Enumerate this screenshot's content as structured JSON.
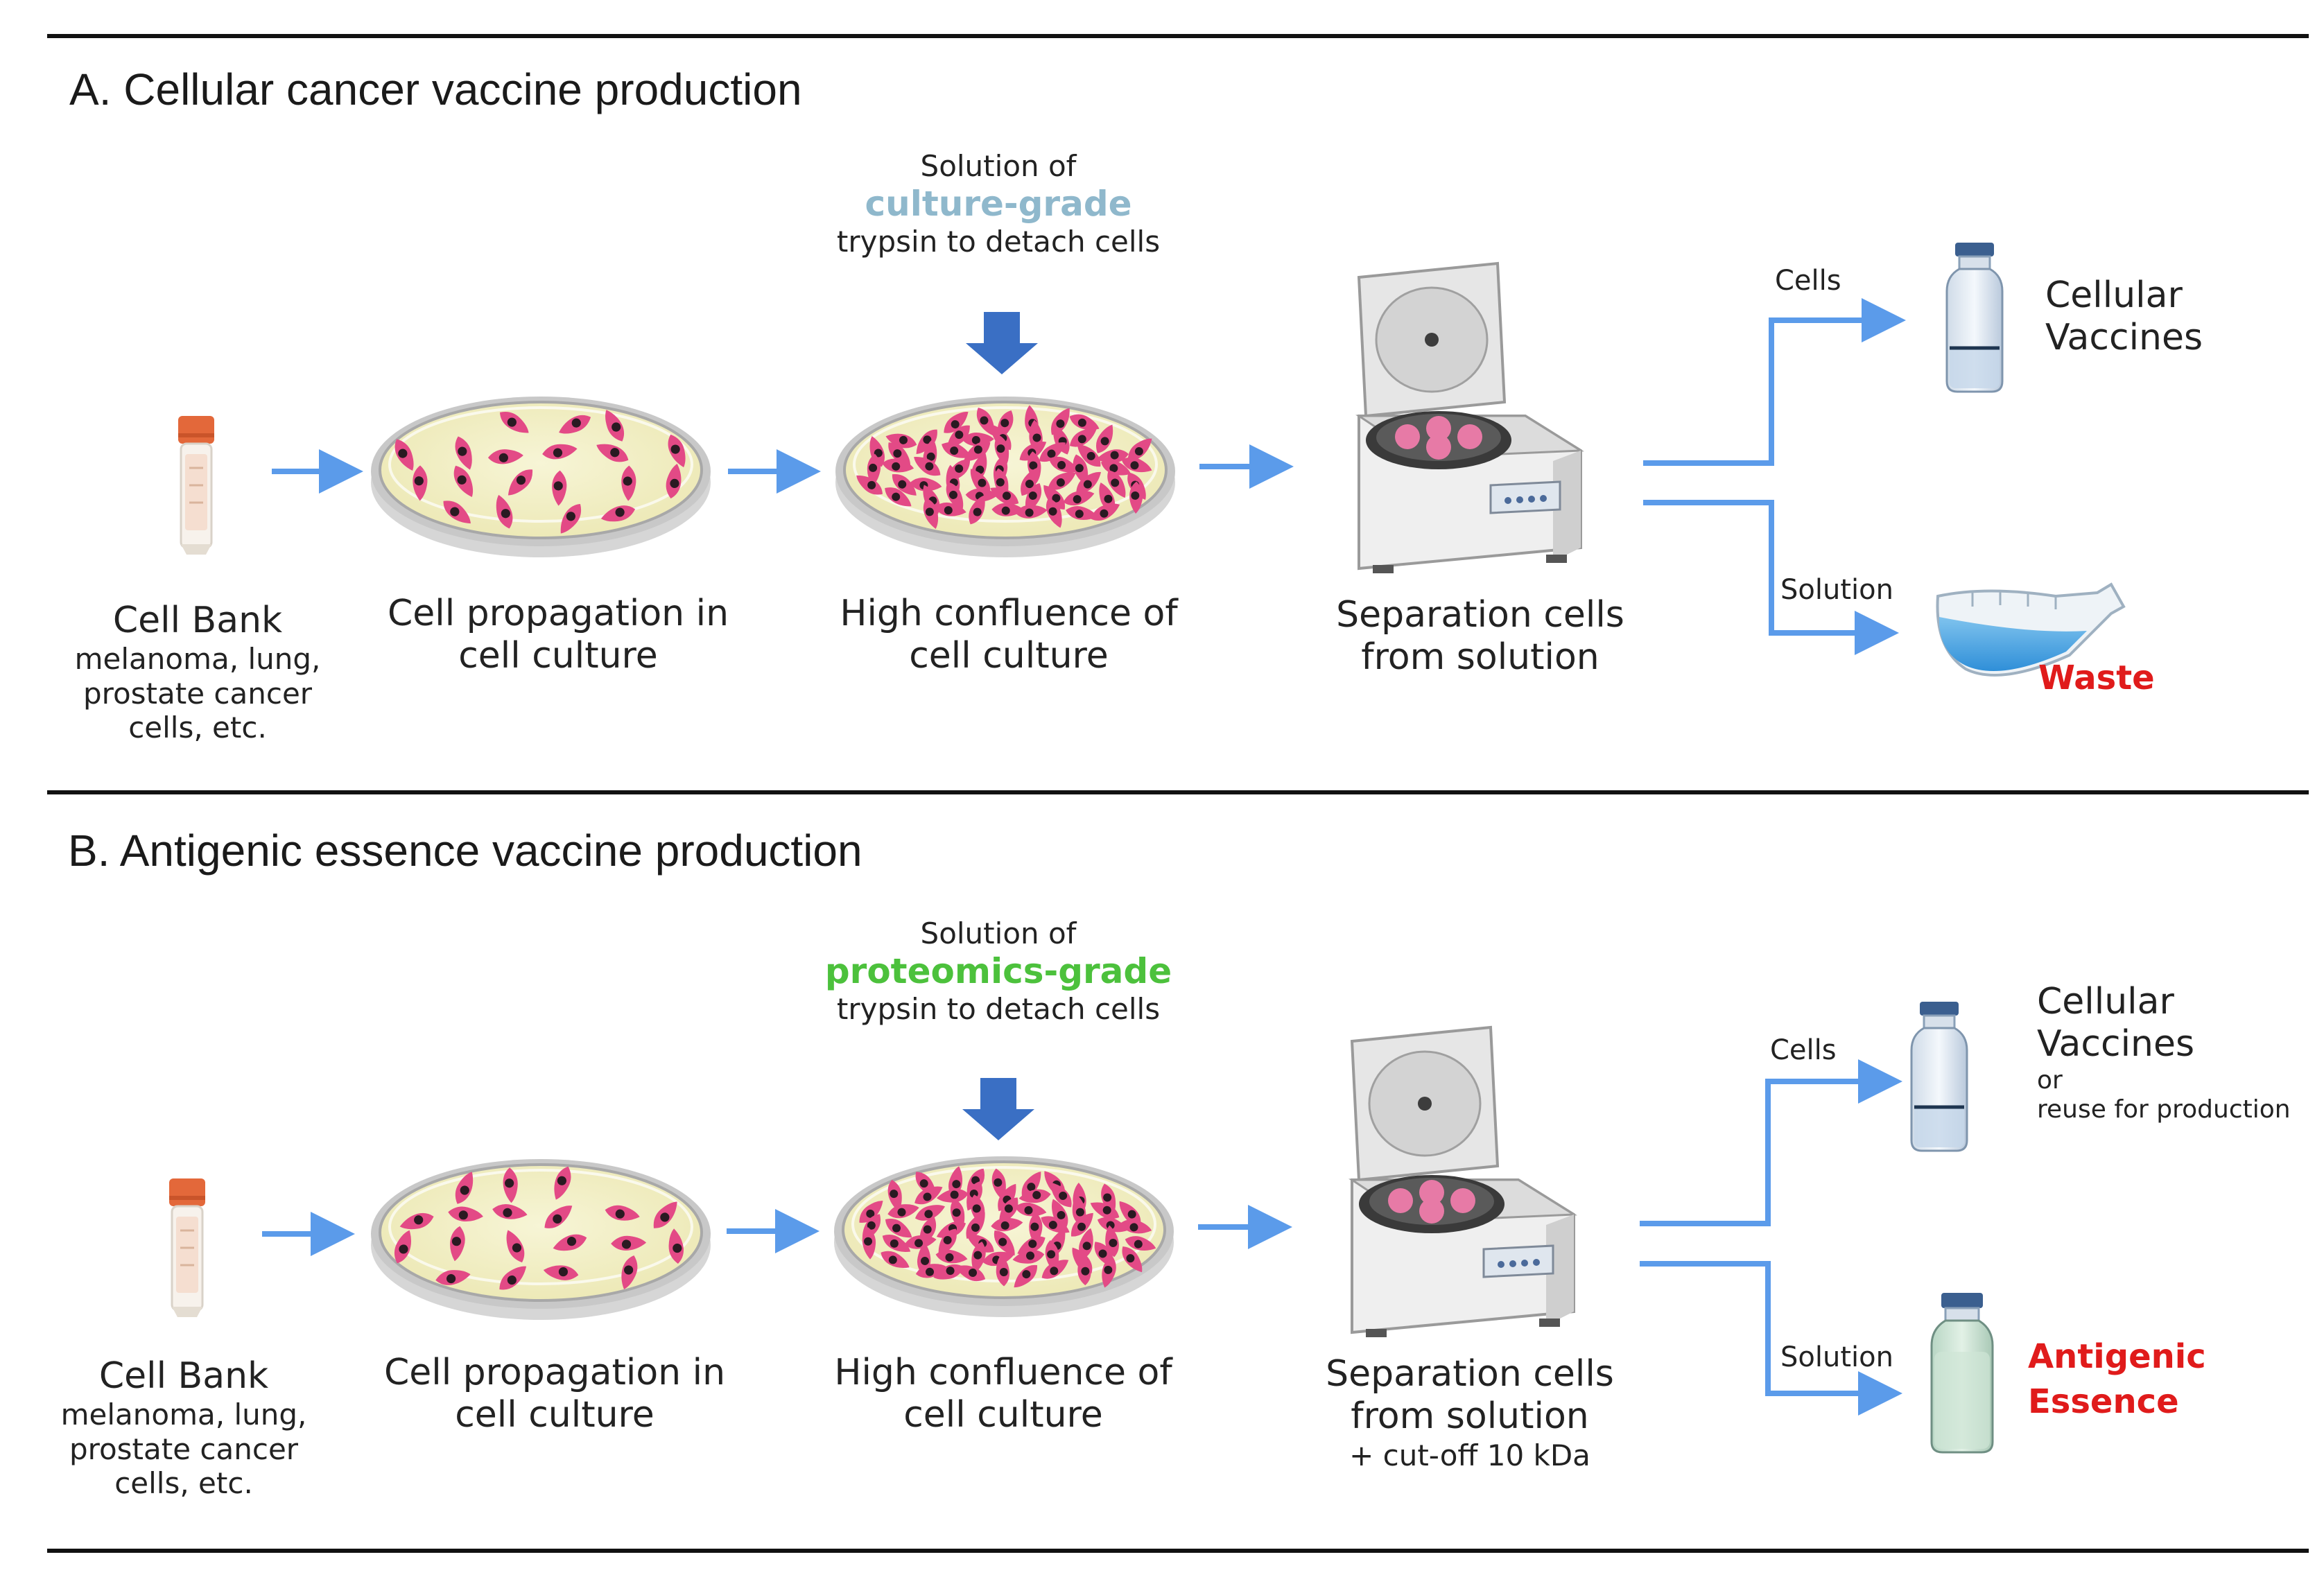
{
  "panel_a": {
    "title": "A.   Cellular cancer vaccine production",
    "reagent_line1": "Solution of",
    "reagent_grade": "culture-grade",
    "reagent_line3": "trypsin to detach cells",
    "cell_bank_title": "Cell Bank",
    "cell_bank_desc_1": "melanoma, lung,",
    "cell_bank_desc_2": "prostate cancer",
    "cell_bank_desc_3": "cells, etc.",
    "step2_line1": "Cell propagation in",
    "step2_line2": "cell culture",
    "step3_line1": "High confluence of",
    "step3_line2": "cell culture",
    "step4_line1": "Separation cells",
    "step4_line2": "from solution",
    "branch_cells": "Cells",
    "branch_solution": "Solution",
    "output_cells_1": "Cellular",
    "output_cells_2": "Vaccines",
    "output_solution": "Waste"
  },
  "panel_b": {
    "title": "B. Antigenic essence vaccine production",
    "reagent_line1": "Solution of",
    "reagent_grade": "proteomics-grade",
    "reagent_line3": "trypsin to detach cells",
    "cell_bank_title": "Cell Bank",
    "cell_bank_desc_1": "melanoma, lung,",
    "cell_bank_desc_2": "prostate cancer",
    "cell_bank_desc_3": "cells, etc.",
    "step2_line1": "Cell propagation in",
    "step2_line2": "cell culture",
    "step3_line1": "High confluence of",
    "step3_line2": "cell culture",
    "step4_line1": "Separation cells",
    "step4_line2": "from solution",
    "step4_note": "+ cut-off 10 kDa",
    "branch_cells": "Cells",
    "branch_solution": "Solution",
    "output_cells_1": "Cellular",
    "output_cells_2": "Vaccines",
    "output_cells_3": "or",
    "output_cells_4": "reuse for production",
    "output_solution_1": "Antigenic",
    "output_solution_2": "Essence"
  },
  "colors": {
    "arrow": "#5b9bea",
    "big_arrow": "#3a6fc4",
    "culture_grade": "#8fb8cc",
    "proteomics_grade": "#4cc13c",
    "highlight_red": "#e01b1b",
    "cell": "#e34a86",
    "dish_medium": "#f2efc2",
    "tube_cap": "#e3683a"
  },
  "icons": {
    "cell_bank": "cryo-tube-icon",
    "dish": "petri-dish-icon",
    "centrifuge": "centrifuge-icon",
    "vial": "vial-icon",
    "flask": "erlenmeyer-flask-icon",
    "arrow": "down-arrow-icon"
  }
}
